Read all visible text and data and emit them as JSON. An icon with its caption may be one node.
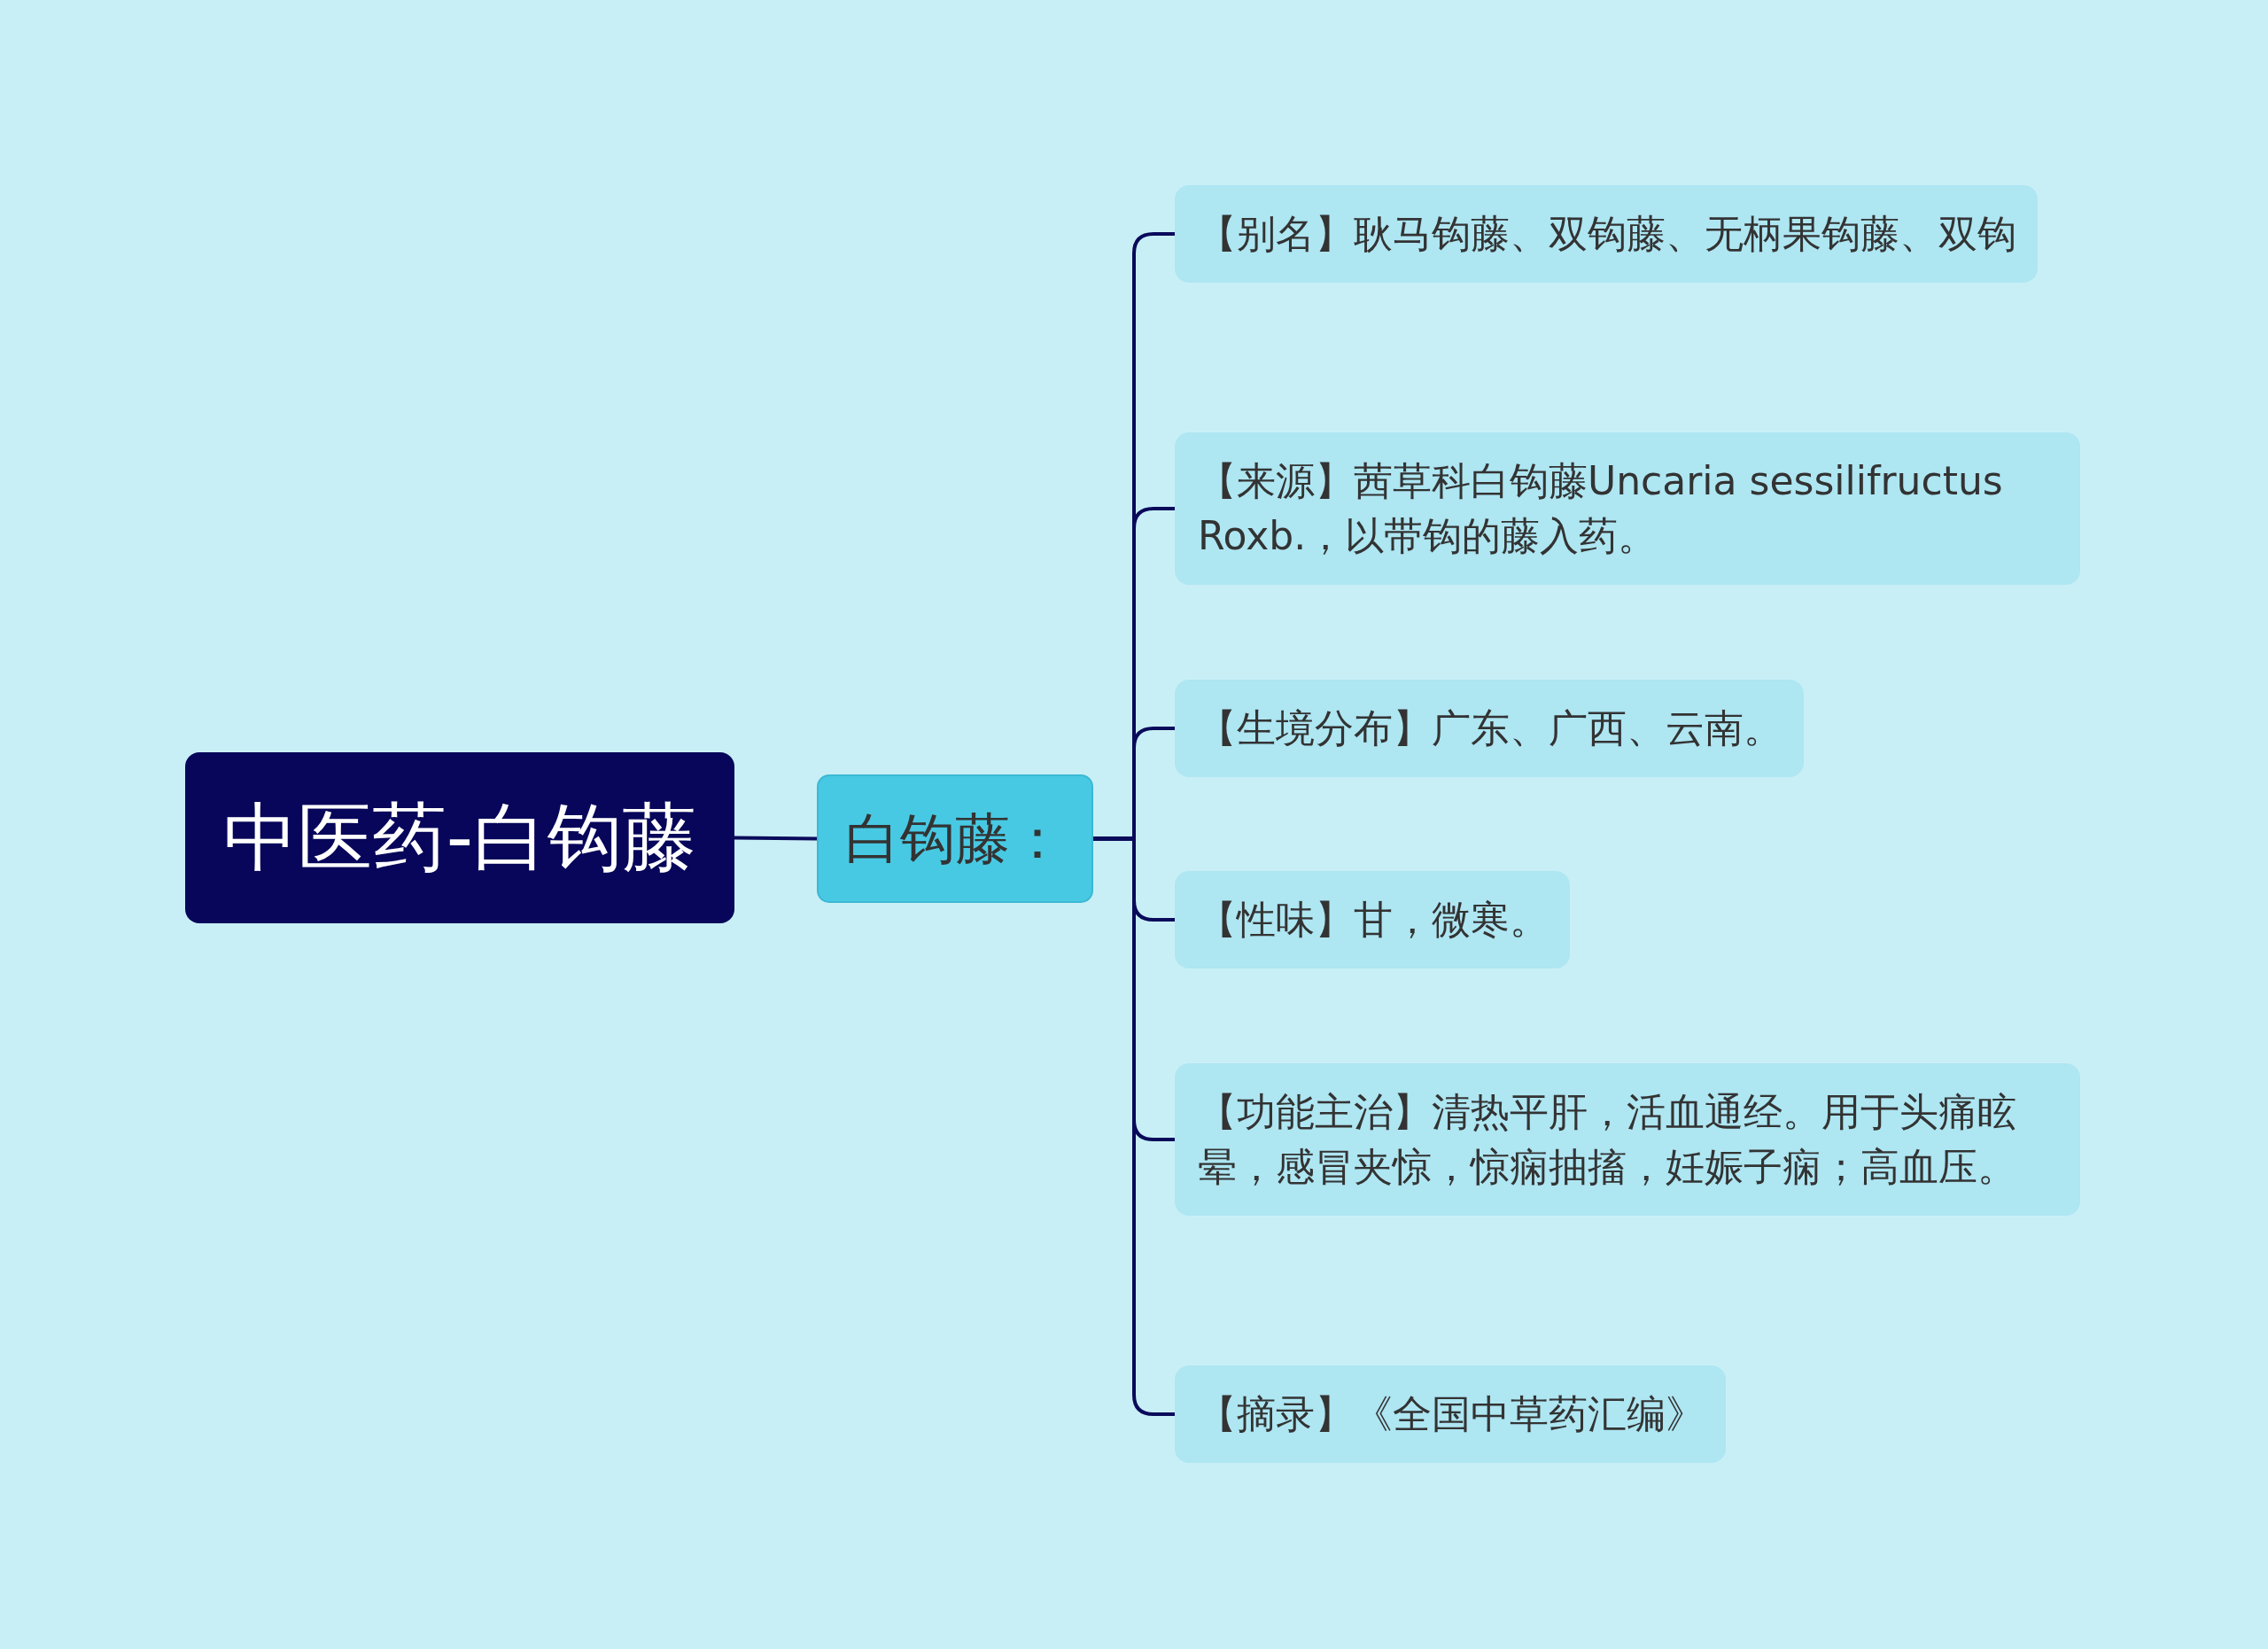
{
  "diagram": {
    "nodes": [
      {
        "text": [
          "中医药-白钩藤"
        ]
      },
      {
        "text": [
          "白钩藤："
        ]
      },
      {
        "text": [
          "【别名】耿马钩藤、双钩藤、无柄果钩藤、双钩"
        ]
      },
      {
        "text": [
          "【来源】茜草科白钩藤Uncaria sessilifructus Roxb.，以带钩的藤入药。"
        ]
      },
      {
        "text": [
          "【生境分布】广东、广西、云南。"
        ]
      },
      {
        "text": [
          "【性味】甘，微寒。"
        ]
      },
      {
        "text": [
          "【功能主治】清热平肝，活血通经。用于头痛眩晕，感冒夹惊，惊痫抽搐，妊娠子痫；高血压。"
        ]
      },
      {
        "text": [
          "【摘录】《全国中草药汇编》"
        ]
      }
    ],
    "edges": [
      {
        "from": 0,
        "to": 1,
        "arrow": "none"
      },
      {
        "from": 1,
        "to": 2,
        "arrow": "none"
      },
      {
        "from": 1,
        "to": 3,
        "arrow": "none"
      },
      {
        "from": 1,
        "to": 4,
        "arrow": "none"
      },
      {
        "from": 1,
        "to": 5,
        "arrow": "none"
      },
      {
        "from": 1,
        "to": 6,
        "arrow": "none"
      },
      {
        "from": 1,
        "to": 7,
        "arrow": "none"
      }
    ]
  }
}
